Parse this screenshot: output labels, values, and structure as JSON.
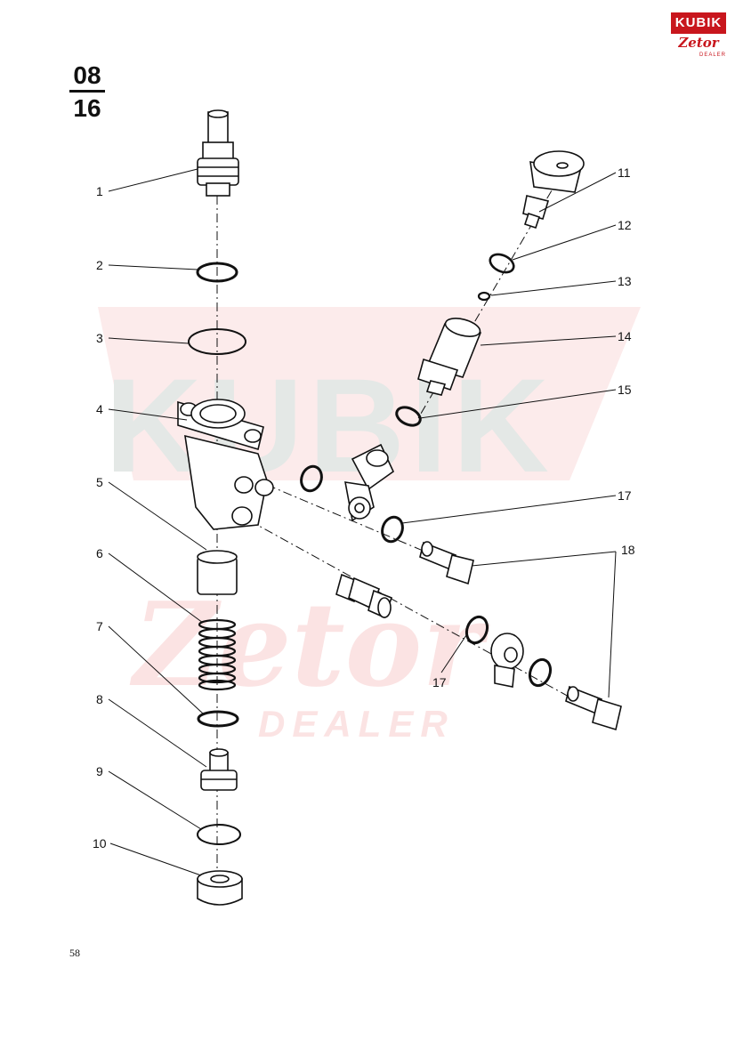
{
  "section": {
    "top": "08",
    "bottom": "16"
  },
  "page_number": "58",
  "logo": {
    "brand": "KUBIK",
    "sub": "Zetor",
    "tag": "DEALER"
  },
  "watermark": {
    "brand": "KUBIK",
    "sub": "Zetor",
    "tag": "DEALER"
  },
  "callouts": {
    "c1": "1",
    "c2": "2",
    "c3": "3",
    "c4": "4",
    "c5": "5",
    "c6": "6",
    "c7": "7",
    "c8": "8",
    "c9": "9",
    "c10": "10",
    "c11": "11",
    "c12": "12",
    "c13": "13",
    "c14": "14",
    "c15": "15",
    "c17a": "17",
    "c17b": "17",
    "c18": "18"
  },
  "colors": {
    "ink": "#111111",
    "watermark_grey": "#e4e8e6",
    "watermark_red": "#fbe3e3",
    "brand_red": "#c8161d"
  }
}
